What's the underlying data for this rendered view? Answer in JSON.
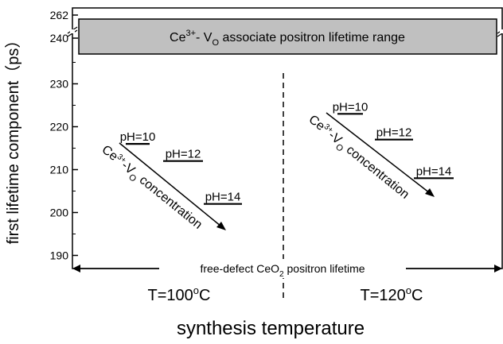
{
  "chart_data": {
    "type": "scatter",
    "title": "",
    "xlabel": "synthesis temperature",
    "ylabel": "first lifetime component（ps）",
    "categories": [
      "T=100°C",
      "T=120°C"
    ],
    "ylim": [
      187,
      262
    ],
    "yticks": [
      190,
      200,
      210,
      220,
      230,
      240,
      262
    ],
    "y_axis_break": [
      240,
      262
    ],
    "series": [
      {
        "category": "T=100°C",
        "points": [
          {
            "label": "pH=10",
            "y": 216
          },
          {
            "label": "pH=12",
            "y": 212
          },
          {
            "label": "pH=14",
            "y": 202
          }
        ]
      },
      {
        "category": "T=120°C",
        "points": [
          {
            "label": "pH=10",
            "y": 223
          },
          {
            "label": "pH=12",
            "y": 217
          },
          {
            "label": "pH=14",
            "y": 208
          }
        ]
      }
    ],
    "band": {
      "label_main": "Ce",
      "label_sup": "3+",
      "label_mid": "- V",
      "label_sub": "O",
      "label_end": " associate positron lifetime range",
      "range": [
        240,
        262
      ]
    },
    "baseline": {
      "label_start": "free-defect CeO",
      "label_sub": "2",
      "label_end": " positron lifetime"
    },
    "trend_annotation": {
      "prefix": "Ce",
      "sup": "3+",
      "mid": "-V",
      "sub": "O",
      "suffix": " concentration"
    },
    "grid": false,
    "legend": "none",
    "colors": {
      "band_fill": "#c0c0c0",
      "ink": "#000000"
    }
  }
}
